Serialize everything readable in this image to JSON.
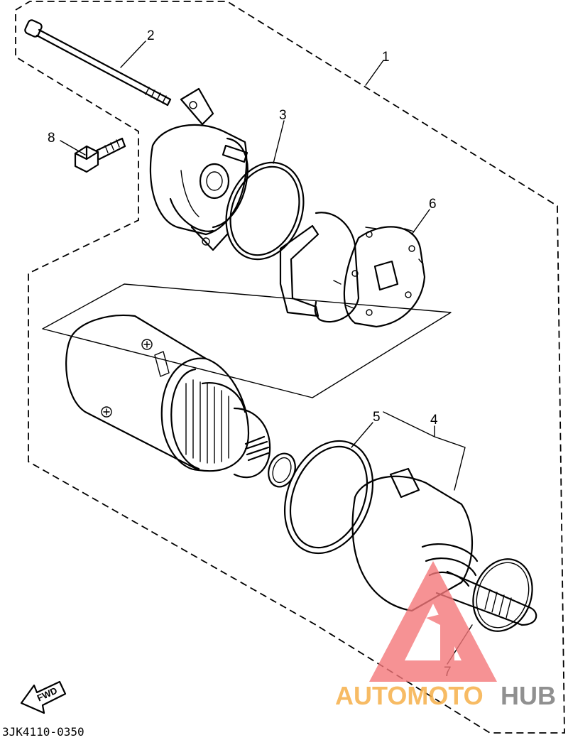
{
  "callouts": {
    "c1": "1",
    "c2": "2",
    "c3": "3",
    "c4": "4",
    "c5": "5",
    "c6": "6",
    "c7": "7",
    "c8": "8"
  },
  "direction_label": "FWD",
  "drawing_code": "3JK4110-0350",
  "watermark": {
    "part_a": "AUTOMOTO",
    "part_b": "HUB",
    "color_a": "#f6b04a",
    "color_b": "#7d7d7d",
    "logo_color": "#f4777a"
  }
}
